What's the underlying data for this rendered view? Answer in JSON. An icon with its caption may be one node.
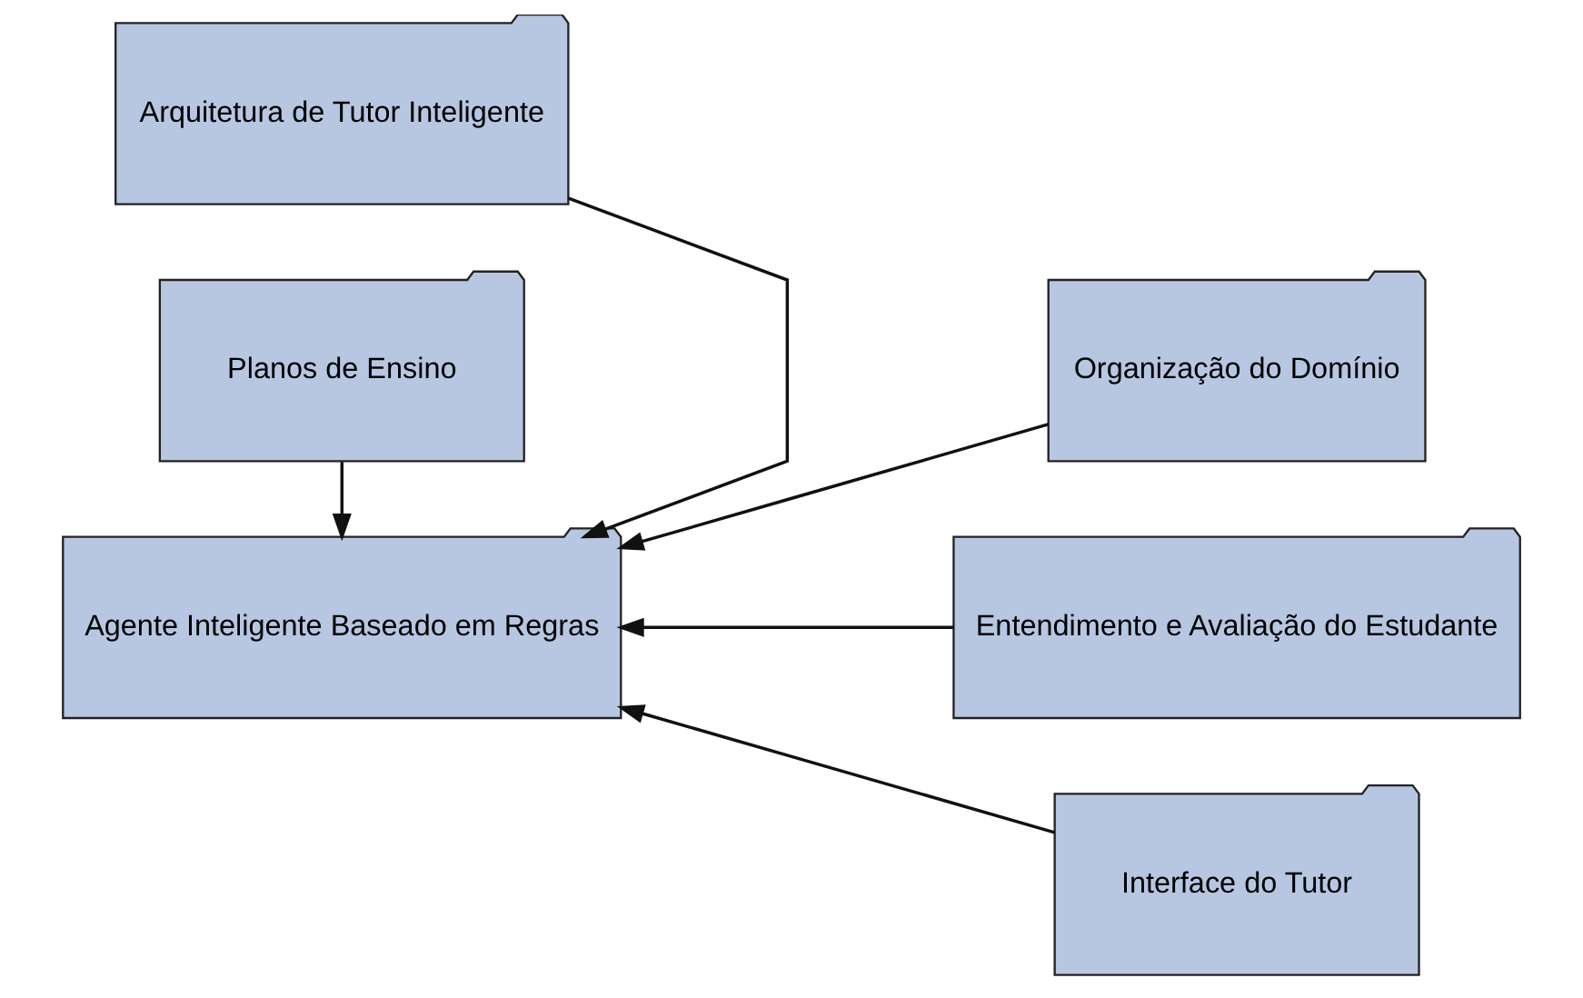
{
  "diagram": {
    "nodes": [
      {
        "text": [
          "Arquitetura de Tutor Inteligente"
        ]
      },
      {
        "text": [
          "Organização do Domínio"
        ]
      },
      {
        "text": [
          "Agente Inteligente Baseado em Regras"
        ]
      },
      {
        "text": [
          "Entendimento e Avaliação do Estudante"
        ]
      },
      {
        "text": [
          "Planos de Ensino"
        ]
      },
      {
        "text": [
          "Interface do Tutor"
        ]
      }
    ],
    "edges": [
      {
        "from": 0,
        "to": 2,
        "arrow": "to"
      },
      {
        "from": 1,
        "to": 2,
        "arrow": "to"
      },
      {
        "from": 3,
        "to": 2,
        "arrow": "to"
      },
      {
        "from": 4,
        "to": 2,
        "arrow": "to"
      },
      {
        "from": 5,
        "to": 2,
        "arrow": "to"
      }
    ]
  }
}
